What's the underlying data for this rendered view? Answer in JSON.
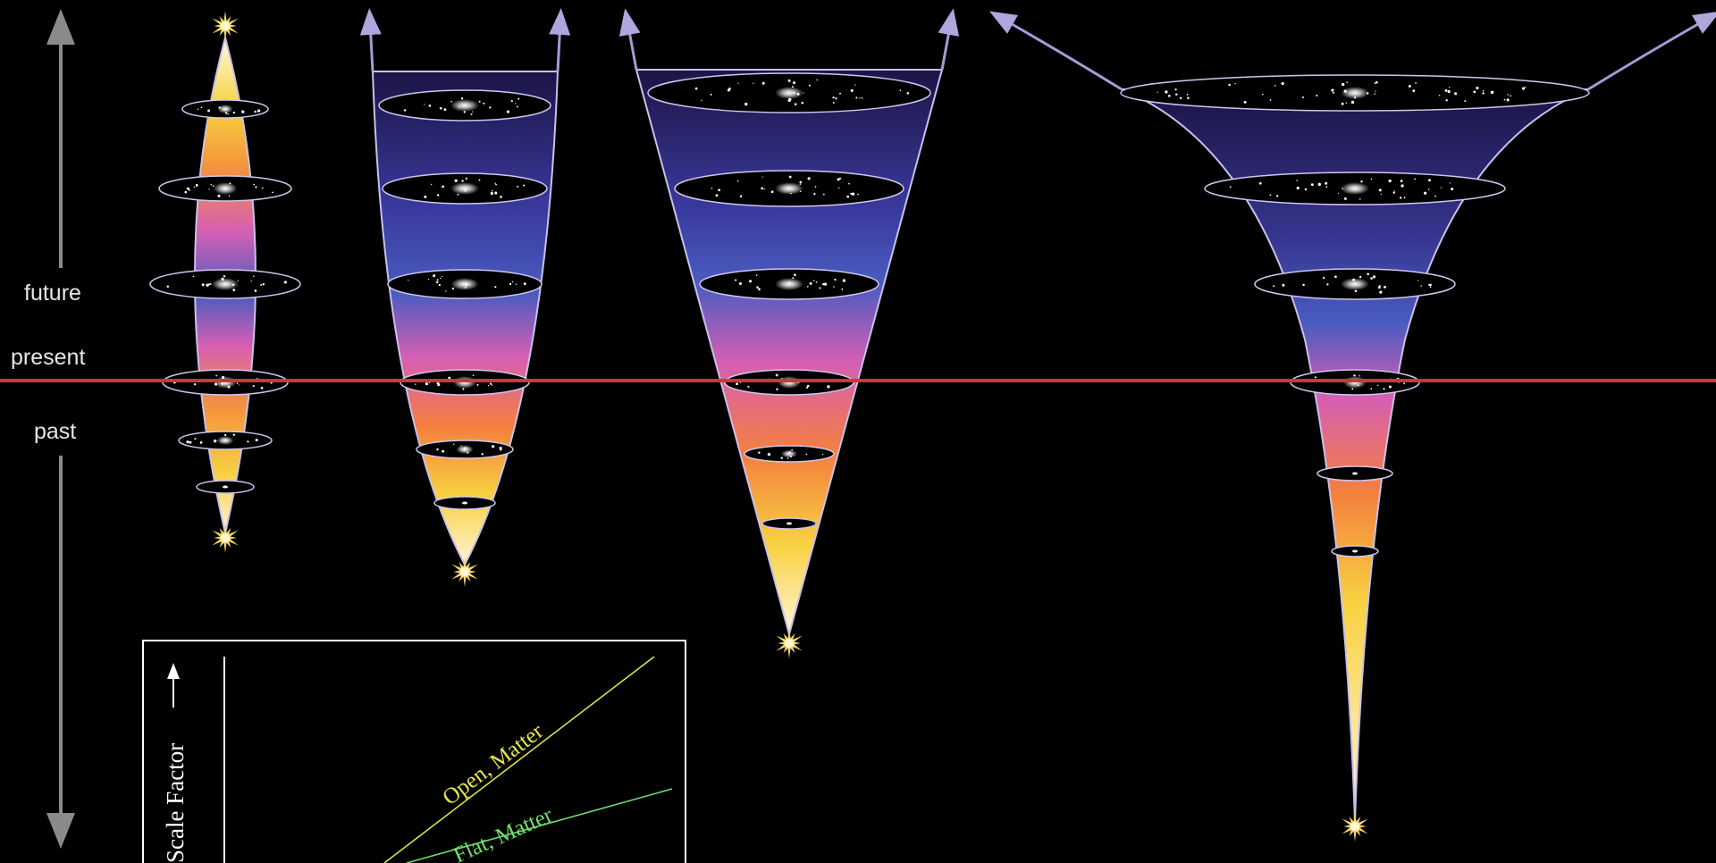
{
  "timeline": {
    "future_label": "future",
    "present_label": "present",
    "past_label": "past"
  },
  "colors": {
    "background": "#000000",
    "present_line": "#cc3a2e",
    "cone_outline": "#a79ad6",
    "gradient_top": "#241a55",
    "gradient_blue": "#4256b4",
    "gradient_pink": "#d65fb3",
    "gradient_orange": "#f47f3e",
    "gradient_yellow": "#f8d140",
    "gradient_bottom": "#fff6d8",
    "open_matter_line": "#e8e84a",
    "flat_matter_line": "#6fe06f"
  },
  "models": [
    {
      "name": "closed-universe",
      "shape": "collapsing"
    },
    {
      "name": "flat-universe",
      "shape": "expanding"
    },
    {
      "name": "open-universe",
      "shape": "expanding"
    },
    {
      "name": "accelerating-universe",
      "shape": "accelerating"
    }
  ],
  "inset_graph": {
    "y_axis_label": "Scale Factor",
    "curves": [
      {
        "label": "Open, Matter",
        "color": "#e8e84a"
      },
      {
        "label": "Flat, Matter",
        "color": "#6fe06f"
      }
    ]
  }
}
